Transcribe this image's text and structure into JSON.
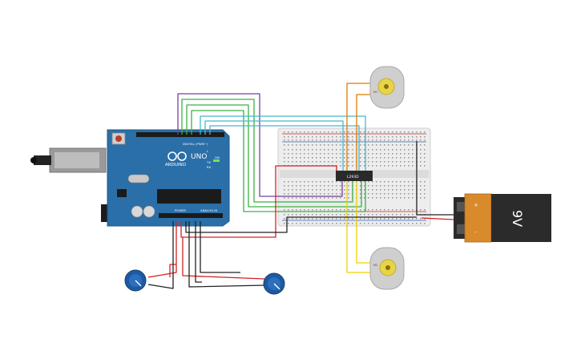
{
  "arduino": {
    "brand": "ARDUINO",
    "model": "UNO",
    "digital_label": "DIGITAL (PWM~)",
    "power_label": "POWER",
    "analog_label": "ANALOG IN",
    "tx_label": "TX",
    "rx_label": "RX",
    "l_label": "L",
    "on_label": "ON"
  },
  "driver_chip": {
    "label": "L293D"
  },
  "battery": {
    "label": "9V",
    "plus": "+",
    "minus": "-"
  },
  "motors": [
    {
      "label": "M1"
    },
    {
      "label": "M2"
    }
  ],
  "colors": {
    "board": "#2a6fa8",
    "battery_top": "#d98a2b",
    "battery_body": "#2b2b2b",
    "breadboard": "#e9e9e9",
    "wire_purple": "#7b3fa0",
    "wire_green": "#3cb043",
    "wire_cyan": "#45b8d0",
    "wire_red": "#d42020",
    "wire_black": "#222222",
    "wire_orange": "#e07b00",
    "wire_yellow": "#f0d000",
    "pot_knob": "#1e5aa0"
  }
}
